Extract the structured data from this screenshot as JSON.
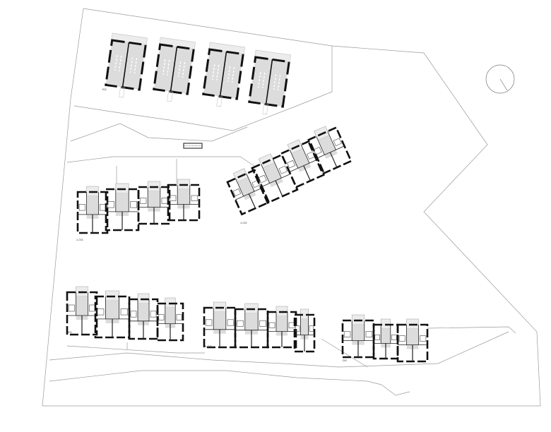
{
  "plan": {
    "floor_labels": {
      "top_row": "EG",
      "middle_left": "1.OG",
      "middle_rotated": "1.OG",
      "bottom_left": "EG",
      "bottom_middle": "1.OG",
      "bottom_right": "DG"
    }
  },
  "colors": {
    "wall": "#111111",
    "room_fill": "#dcdcdc",
    "light_fill": "#ececec",
    "line": "#9a9a9a"
  }
}
